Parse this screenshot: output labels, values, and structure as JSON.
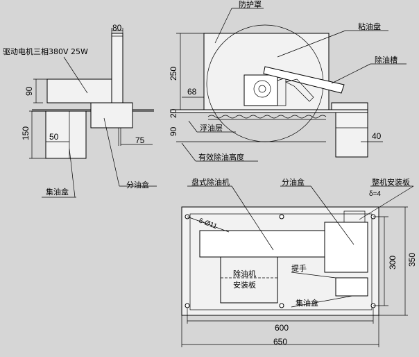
{
  "labels": {
    "drive_motor": "驱动电机三相380V 25W",
    "guard": "防护罩",
    "sticky_disc": "粘油盘",
    "oil_trough": "除油槽",
    "floating_oil": "浮油层",
    "effective_height": "有效除油高度",
    "collect_box_side": "集油盒",
    "split_box_side": "分油盒",
    "disc_skimmer": "盘式除油机",
    "split_box_top": "分油盒",
    "mount_plate": "整机安装板",
    "plate_spec": "δ=4",
    "skimmer_plate_line1": "除油机",
    "skimmer_plate_line2": "安装板",
    "handle": "提手",
    "collect_box_top": "集油盒",
    "holes": "6-Ø11"
  },
  "dimensions": {
    "d80": "80",
    "d90_left": "90",
    "d150": "150",
    "d50": "50",
    "d75": "75",
    "d250": "250",
    "d68": "68",
    "d20": "20",
    "d90_mid": "90",
    "d40": "40",
    "d300": "300",
    "d350": "350",
    "d600": "600",
    "d650": "650"
  }
}
